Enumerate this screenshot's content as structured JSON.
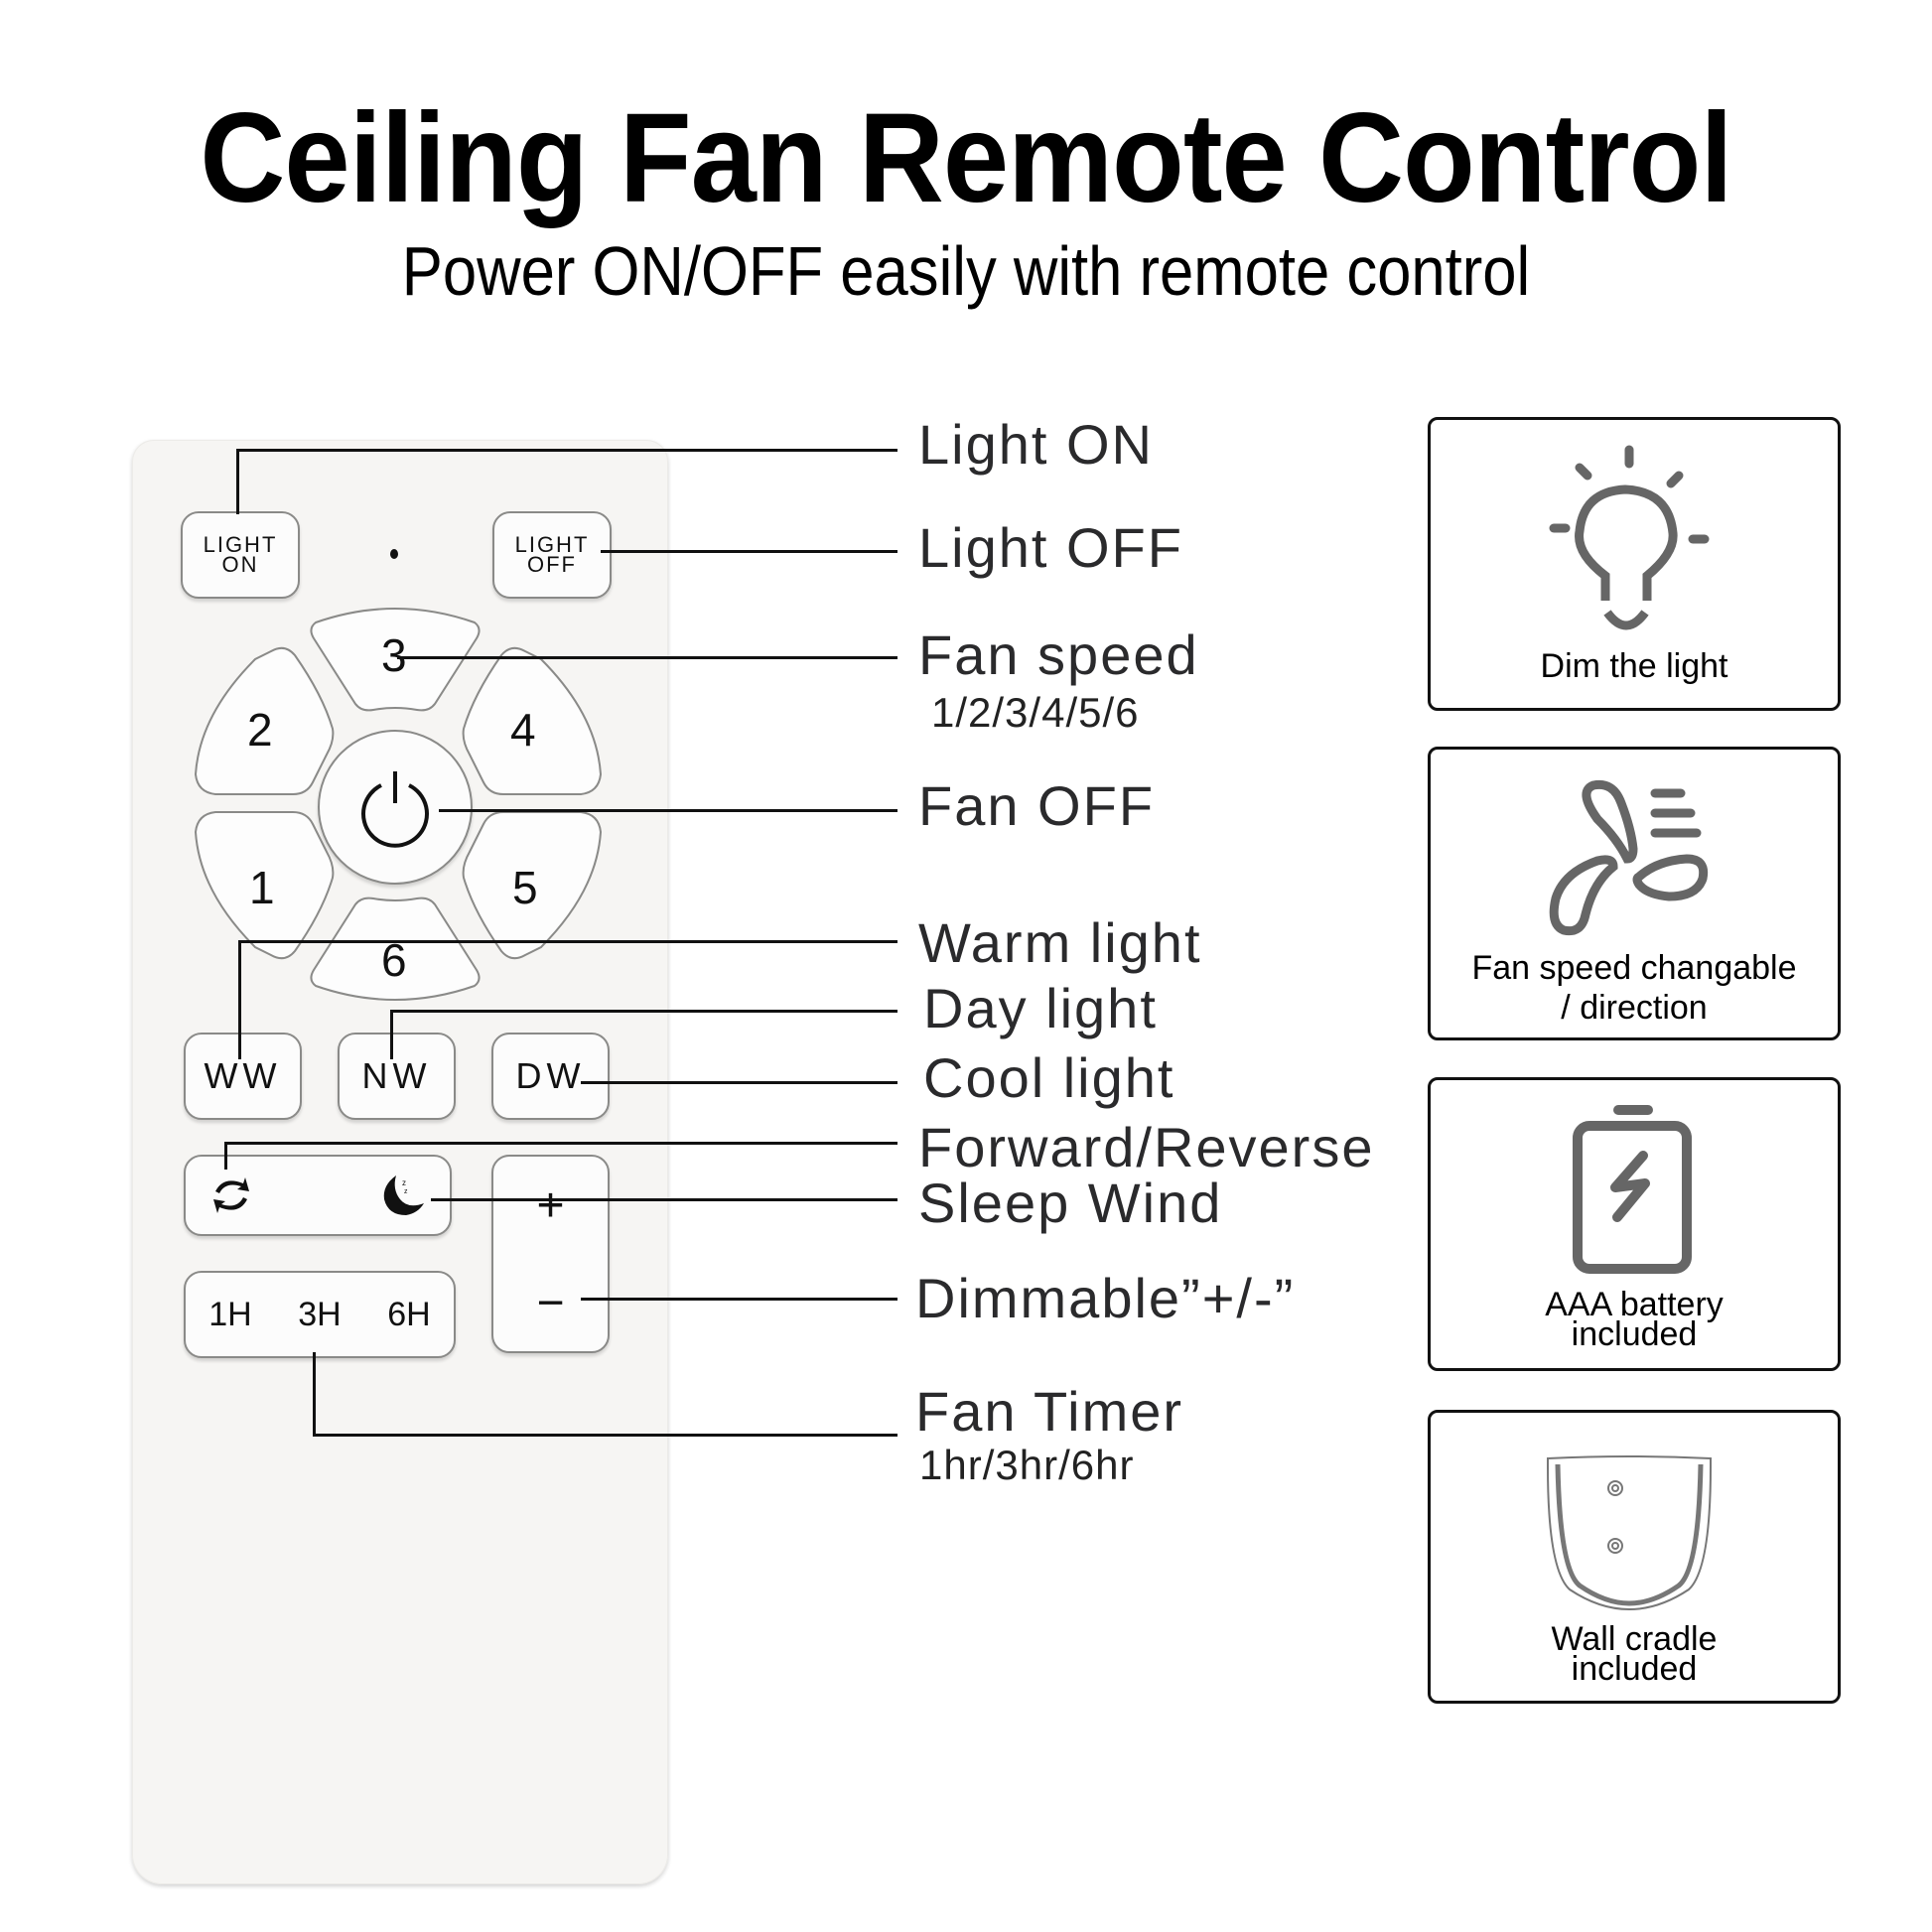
{
  "header": {
    "title": "Ceiling Fan Remote Control",
    "subtitle": "Power ON/OFF easily with remote control"
  },
  "remote": {
    "light_on": {
      "line1": "LIGHT",
      "line2": "ON"
    },
    "light_off": {
      "line1": "LIGHT",
      "line2": "OFF"
    },
    "speed_keys": [
      "1",
      "2",
      "3",
      "4",
      "5",
      "6"
    ],
    "power_icon": "power-icon",
    "color_keys": [
      "WW",
      "NW",
      "DW"
    ],
    "direction_icon": "reverse-arrows-icon",
    "sleep_icon": "moon-sleep-icon",
    "plus": "+",
    "minus": "−",
    "timer_keys": [
      "1H",
      "3H",
      "6H"
    ]
  },
  "callouts": {
    "light_on": "Light ON",
    "light_off": "Light OFF",
    "fan_speed": "Fan speed",
    "fan_speed_values": "1/2/3/4/5/6",
    "fan_off": "Fan OFF",
    "warm_light": "Warm light",
    "day_light": "Day light",
    "cool_light": "Cool light",
    "forward_reverse": "Forward/Reverse",
    "sleep_wind": "Sleep Wind",
    "dimmable": "Dimmable”+/-”",
    "fan_timer": "Fan Timer",
    "fan_timer_values": "1hr/3hr/6hr"
  },
  "features": [
    {
      "icon": "light-bulb-icon",
      "line1": "Dim the light",
      "line2": ""
    },
    {
      "icon": "fan-icon",
      "line1": "Fan speed changable",
      "line2": "/ direction"
    },
    {
      "icon": "battery-icon",
      "line1": "AAA battery",
      "line2": "included"
    },
    {
      "icon": "wall-cradle-icon",
      "line1": "Wall cradle",
      "line2": "included"
    }
  ],
  "colors": {
    "remote_body": "#f6f5f3",
    "icon_gray": "#666666",
    "text": "#2a2a2c"
  }
}
